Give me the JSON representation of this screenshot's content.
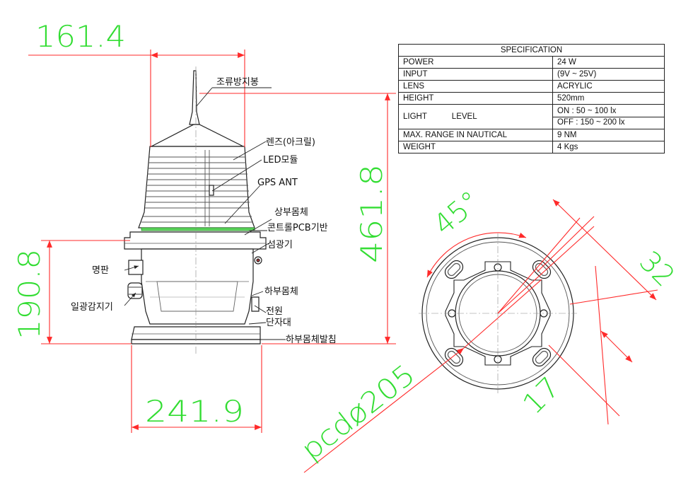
{
  "dimensions": {
    "top_width": "161.4",
    "height": "461.8",
    "lower_height": "190.8",
    "base_width": "241.9",
    "angle": "45°",
    "hole": "32",
    "offset": "17",
    "pcd": "pcdø205"
  },
  "callouts": {
    "bird_spike": "조류방지봉",
    "lens": "렌즈(아크릴)",
    "led_module": "LED모듈",
    "gps_ant": "GPS ANT",
    "upper_body": "상부몸체",
    "control_pcb": "콘트롤PCB기반",
    "light_sensor": "섬광기",
    "nameplate": "명판",
    "daylight_sensor": "일광감지기",
    "lower_body": "하부몸체",
    "power": "전원",
    "terminal": "단자대",
    "base_support": "하부몸체발침"
  },
  "spec": {
    "title": "SPECIFICATION",
    "rows": [
      {
        "key": "POWER",
        "value": "24 W"
      },
      {
        "key": "INPUT",
        "value": "(9V ~ 25V)"
      },
      {
        "key": "LENS",
        "value": "ACRYLIC"
      },
      {
        "key": "HEIGHT",
        "value": "520mm"
      },
      {
        "key": "LIGHT           LEVEL",
        "values": [
          "ON : 50 ~ 100    lx",
          "OFF : 150 ~ 200 lx"
        ]
      },
      {
        "key": "MAX. RANGE IN NAUTICAL",
        "value": "9 NM"
      },
      {
        "key": "WEIGHT",
        "value": "4 Kgs"
      }
    ]
  },
  "colors": {
    "dimension_line": "#ff2a2a",
    "dimension_text": "#33dd33",
    "outline": "#222222"
  }
}
